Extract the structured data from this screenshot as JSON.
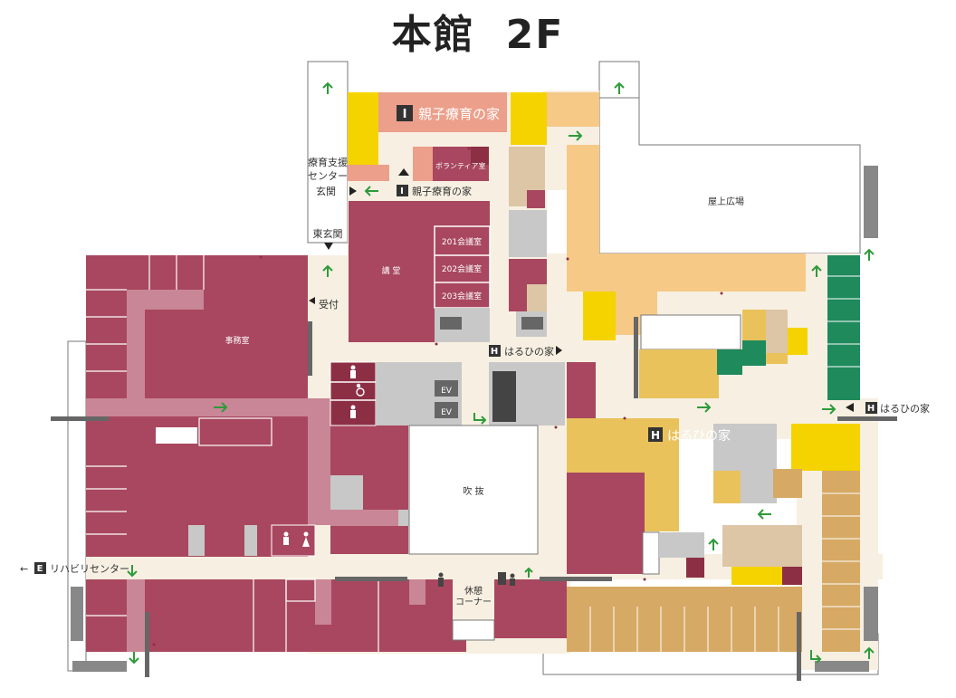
{
  "title": {
    "main": "本館",
    "floor": "2F"
  },
  "colors": {
    "corridor": "#f7f0e2",
    "dept": "#a8475f",
    "dept_dark": "#8c2f45",
    "dept_light": "#c98696",
    "pink": "#ec9f8a",
    "yellow": "#f5d300",
    "orange_light": "#f6c987",
    "gold": "#e9c25b",
    "tan": "#d6a964",
    "beige": "#dcc6a6",
    "gray": "#c8c8c8",
    "green": "#1f8a5c",
    "arrow": "#2e9b3a"
  },
  "labels": {
    "oyako_big": "親子療育の家",
    "oyako_small": "親子療育の家",
    "volunteer": "ボランティア室",
    "ryoiku_1": "療育支援",
    "ryoiku_2": "センター",
    "ryoiku_3": "玄関",
    "higashi": "東玄関",
    "uketsuke": "受付",
    "jimushitsu": "事務室",
    "kodo": "講 堂",
    "kaigi201": "201会議室",
    "kaigi202": "202会議室",
    "kaigi203": "203会議室",
    "haruhi_corr": "はるひの家",
    "haruhi_big": "はるひの家",
    "haruhi_right": "はるひの家",
    "okujo": "屋上広場",
    "fukinuke": "吹 抜",
    "kyukei_1": "休憩",
    "kyukei_2": "コーナー",
    "rehab": "リハビリセンター",
    "ev": "EV"
  },
  "badges": {
    "oyako": "I",
    "haruhi": "H",
    "rehab": "E"
  },
  "icons": [
    "up-arrow-icon",
    "right-arrow-icon",
    "down-arrow-icon",
    "toilet-icon",
    "wheelchair-icon",
    "vending-machine-icon",
    "rest-person-icon"
  ]
}
